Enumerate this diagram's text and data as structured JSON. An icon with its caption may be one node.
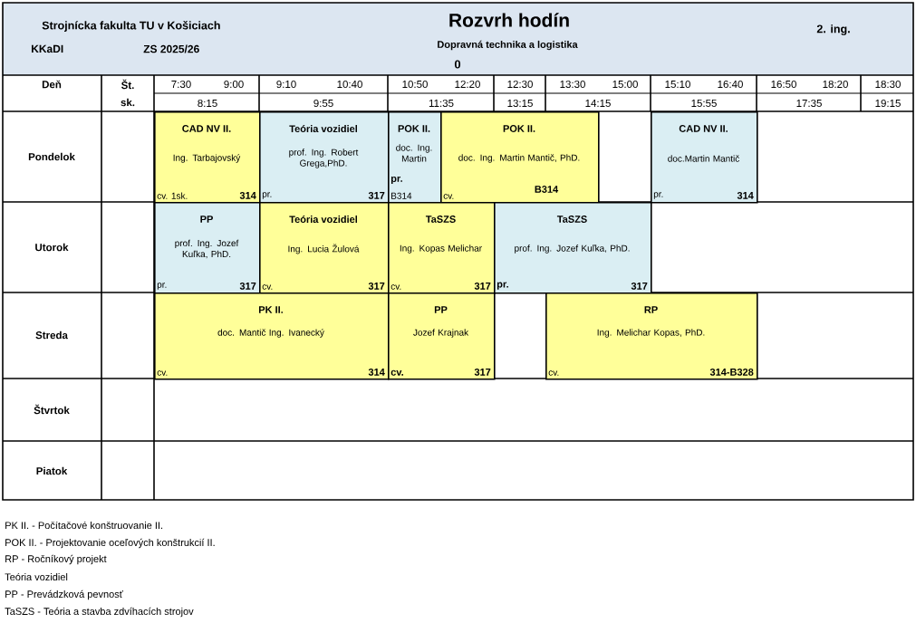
{
  "diagram": {
    "title": "Rozvrh hodín",
    "nodes": [
      {
        "text": [
          "CAD NV II.",
          "Ing. Tarbajovský",
          "cv. 1sk.",
          "314"
        ]
      },
      {
        "text": [
          "Teória vozidiel",
          "prof. Ing. Robert Grega,PhD.",
          "pr.",
          "317"
        ]
      },
      {
        "text": [
          "POK II.",
          "doc. Ing. Martin",
          "pr.",
          "B314"
        ]
      },
      {
        "text": [
          "POK II.",
          "doc. Ing. Martin Mantič, PhD.",
          "cv.",
          "B314"
        ]
      },
      {
        "text": [
          "CAD NV II.",
          "doc.Martin Mantič",
          "pr.",
          "314"
        ]
      },
      {
        "text": [
          "PP",
          "prof. Ing. Jozef Kuľka, PhD.",
          "pr.",
          "317"
        ]
      },
      {
        "text": [
          "Teória vozidiel",
          "Ing. Lucia Žulová",
          "cv.",
          "317"
        ]
      },
      {
        "text": [
          "TaSZS",
          "Ing. Kopas Melichar",
          "cv.",
          "317"
        ]
      },
      {
        "text": [
          "TaSZS",
          "prof. Ing. Jozef Kuľka, PhD.",
          "pr.",
          "317"
        ]
      },
      {
        "text": [
          "PK II.",
          "doc. Mantič Ing. Ivanecký",
          "cv.",
          "314"
        ]
      },
      {
        "text": [
          "PP",
          "Jozef Krajnak",
          "cv.",
          "317"
        ]
      },
      {
        "text": [
          "RP",
          "Ing. Melichar Kopas, PhD.",
          "cv.",
          "314-B328"
        ]
      }
    ],
    "labels": [
      "Strojnícka fakulta TU v Košiciach",
      "2. ing.",
      "KKaDI",
      "ZS 2025/26",
      "Dopravná technika a logistika",
      "0",
      "Deň",
      "Št.",
      "7:30",
      "9:00",
      "9:10",
      "10:40",
      "10:50",
      "12:20",
      "12:30",
      "13:30",
      "15:00",
      "15:10",
      "16:40",
      "16:50",
      "18:20",
      "18:30",
      "sk.",
      "8:15",
      "9:55",
      "11:35",
      "13:15",
      "14:15",
      "15:55",
      "17:35",
      "19:15",
      "Pondelok",
      "Utorok",
      "Streda",
      "Štvrtok",
      "Piatok",
      "PK II. - Počítačové konštruovanie II.",
      "POK II. - Projektovanie oceľových konštrukcií II.",
      "RP - Ročníkový projekt",
      "Teória vozidiel",
      "PP -  Prevádzková pevnosť",
      "TaSZS - Teória a stavba zdvíhacích strojov"
    ]
  }
}
